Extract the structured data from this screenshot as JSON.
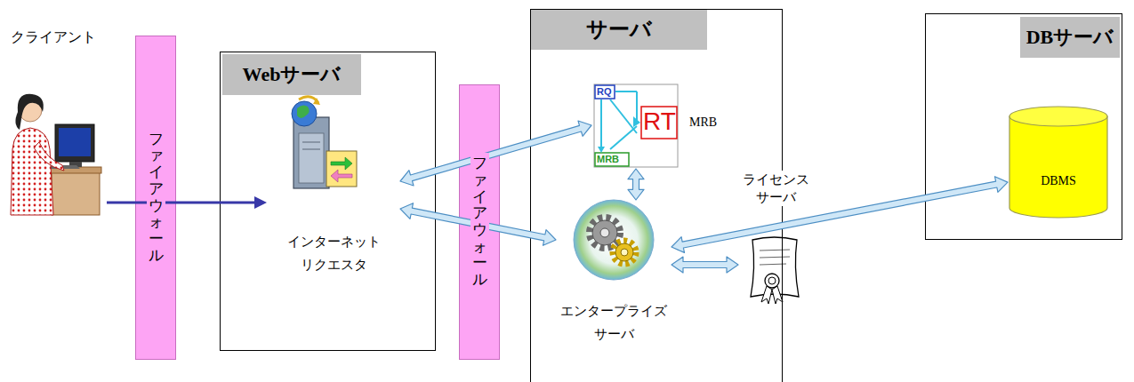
{
  "diagram": {
    "nodes": [
      {
        "text": [
          "クライアント"
        ]
      },
      {
        "text": [
          "ファイアウォール"
        ]
      },
      {
        "text": [
          "Webサーバ"
        ]
      },
      {
        "text": [
          "インターネット リクエスタ"
        ],
        "in": 2
      },
      {
        "text": [
          "ファイアウォール"
        ]
      },
      {
        "text": [
          "サーバ"
        ]
      },
      {
        "text": [
          "MRB"
        ],
        "in": 5
      },
      {
        "text": [
          "エンタープライズ サーバ"
        ],
        "in": 5
      },
      {
        "text": [
          "ライセンス サーバ"
        ],
        "in": 5
      },
      {
        "text": [
          "DBサーバ"
        ]
      },
      {
        "text": [
          "DBMS"
        ],
        "in": 9
      }
    ],
    "edges": [
      {
        "from": 0,
        "to": 3,
        "arrow": "to"
      },
      {
        "from": 3,
        "to": 6,
        "arrow": "both"
      },
      {
        "from": 3,
        "to": 7,
        "arrow": "both"
      },
      {
        "from": 6,
        "to": 7,
        "arrow": "both"
      },
      {
        "from": 7,
        "to": 10,
        "arrow": "both"
      },
      {
        "from": 7,
        "to": 8,
        "arrow": "both"
      }
    ],
    "labels": [
      "RQ",
      "RT",
      "MRB"
    ]
  }
}
